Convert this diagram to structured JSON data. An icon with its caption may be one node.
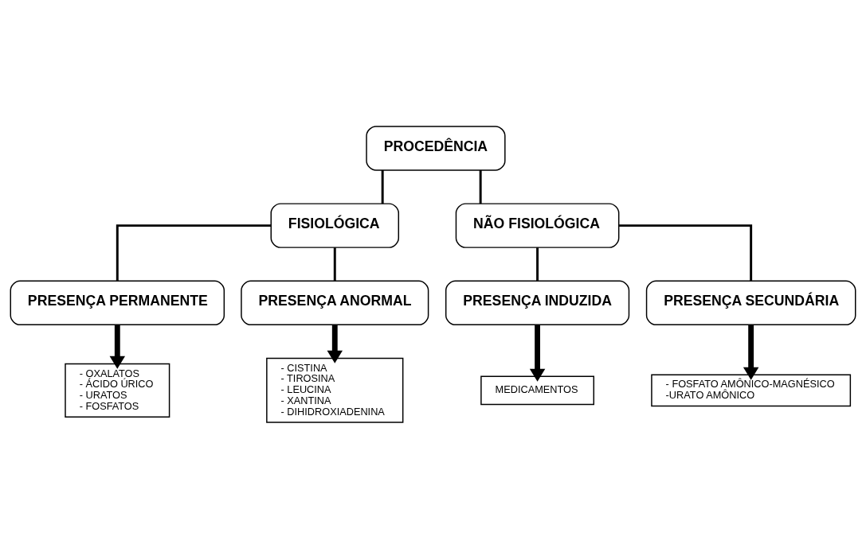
{
  "diagram": {
    "nodes": [
      {
        "text": [
          "PROCEDÊNCIA"
        ]
      },
      {
        "text": [
          "FISIOLÓGICA"
        ]
      },
      {
        "text": [
          "NÃO FISIOLÓGICA"
        ]
      },
      {
        "text": [
          "PRESENÇA PERMANENTE"
        ]
      },
      {
        "text": [
          "PRESENÇA ANORMAL"
        ]
      },
      {
        "text": [
          "PRESENÇA INDUZIDA"
        ]
      },
      {
        "text": [
          "PRESENÇA SECUNDÁRIA"
        ]
      },
      {
        "text": [
          "- OXALATOS",
          "- ÁCIDO ÚRICO",
          "- URATOS",
          "- FOSFATOS"
        ]
      },
      {
        "text": [
          "- CISTINA",
          "- TIROSINA",
          "- LEUCINA",
          "- XANTINA",
          "- DIHIDROXIADENINA"
        ]
      },
      {
        "text": [
          "MEDICAMENTOS"
        ]
      },
      {
        "text": [
          "- FOSFATO AMÔNICO-MAGNÉSICO",
          "-URATO AMÔNICO"
        ]
      }
    ],
    "edges": [
      {
        "from": 0,
        "to": 1,
        "arrow": "none"
      },
      {
        "from": 0,
        "to": 2,
        "arrow": "none"
      },
      {
        "from": 1,
        "to": 3,
        "arrow": "none"
      },
      {
        "from": 1,
        "to": 4,
        "arrow": "none"
      },
      {
        "from": 2,
        "to": 5,
        "arrow": "none"
      },
      {
        "from": 2,
        "to": 6,
        "arrow": "none"
      },
      {
        "from": 3,
        "to": 7,
        "arrow": "to",
        "style": "thick"
      },
      {
        "from": 4,
        "to": 8,
        "arrow": "to",
        "style": "thick"
      },
      {
        "from": 5,
        "to": 9,
        "arrow": "to",
        "style": "thick"
      },
      {
        "from": 6,
        "to": 10,
        "arrow": "to",
        "style": "thick"
      }
    ]
  }
}
